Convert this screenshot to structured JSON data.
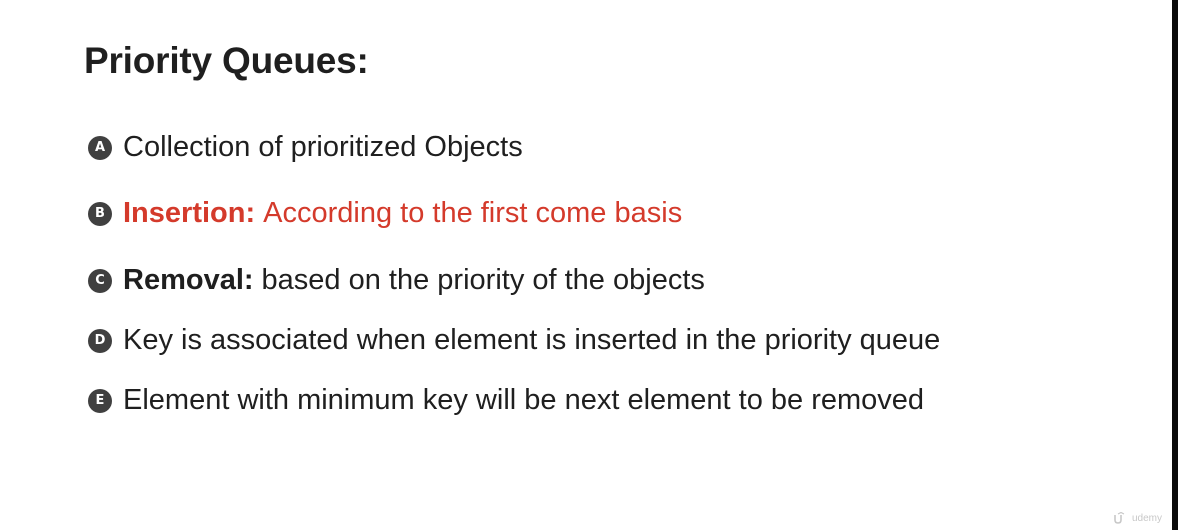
{
  "slide": {
    "title": "Priority Queues:",
    "bullets": [
      {
        "badge": "A",
        "lead": "",
        "text": "Collection of prioritized Objects",
        "color": "#1f1f1f"
      },
      {
        "badge": "B",
        "lead": "Insertion:",
        "text": "According to the first come basis",
        "color": "#d43a2b"
      },
      {
        "badge": "C",
        "lead": "Removal:",
        "text": "based on the priority of the objects",
        "color": "#1f1f1f"
      },
      {
        "badge": "D",
        "lead": "",
        "text": "Key is associated when element is inserted in the priority queue",
        "color": "#1f1f1f"
      },
      {
        "badge": "E",
        "lead": "",
        "text": "Element with minimum key will be next element to be removed",
        "color": "#1f1f1f"
      }
    ],
    "watermark": "udemy"
  },
  "colors": {
    "accent_red": "#d43a2b",
    "text": "#1f1f1f",
    "badge": "#404040",
    "background": "#ffffff"
  }
}
